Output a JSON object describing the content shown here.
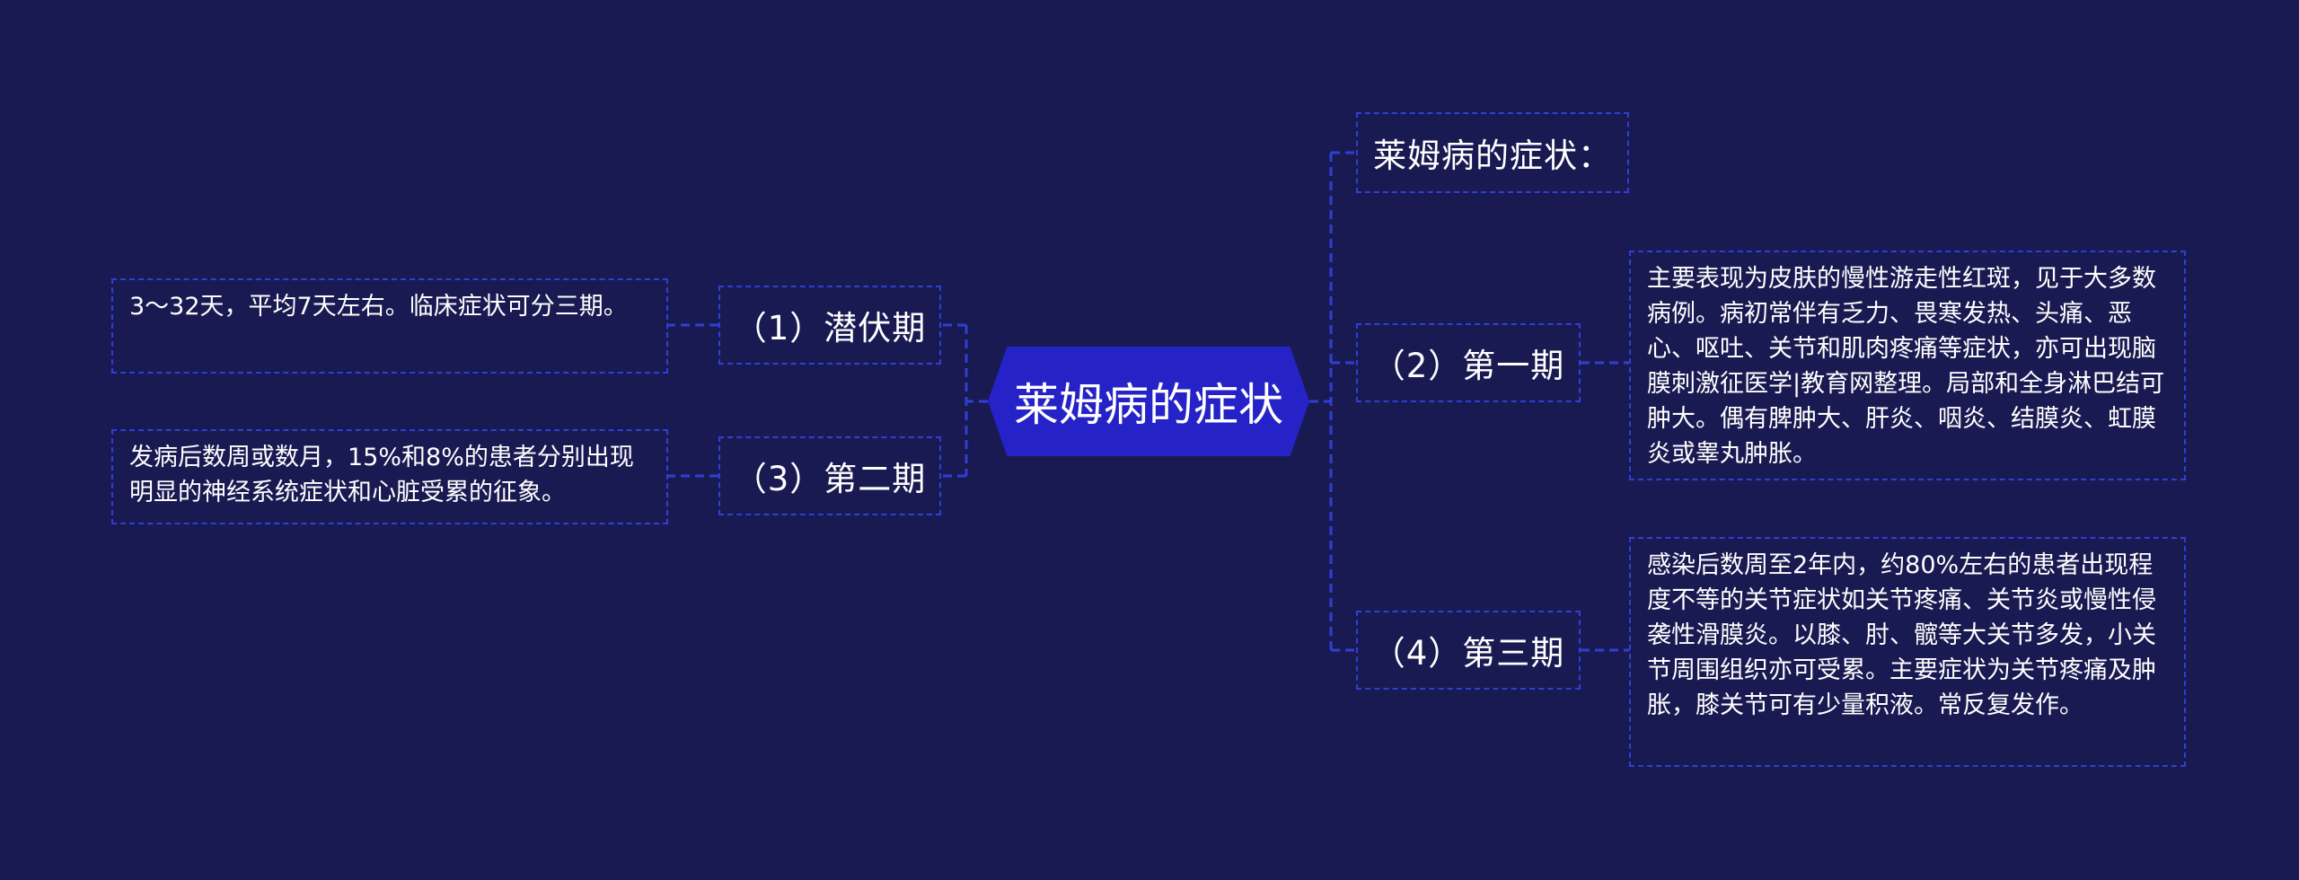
{
  "mindmap": {
    "root": "莱姆病的症状",
    "right": {
      "header": "莱姆病的症状：",
      "stage2": {
        "label": "（2）第一期",
        "detail": "主要表现为皮肤的慢性游走性红斑，见于大多数病例。病初常伴有乏力、畏寒发热、头痛、恶心、呕吐、关节和肌肉疼痛等症状，亦可出现脑膜刺激征医学|教育网整理。局部和全身淋巴结可肿大。偶有脾肿大、肝炎、咽炎、结膜炎、虹膜炎或睾丸肿胀。"
      },
      "stage4": {
        "label": "（4）第三期",
        "detail": "感染后数周至2年内，约80%左右的患者出现程度不等的关节症状如关节疼痛、关节炎或慢性侵袭性滑膜炎。以膝、肘、髋等大关节多发，小关节周围组织亦可受累。主要症状为关节疼痛及肿胀，膝关节可有少量积液。常反复发作。"
      }
    },
    "left": {
      "stage1": {
        "label": "（1）潜伏期",
        "detail": "3～32天，平均7天左右。临床症状可分三期。"
      },
      "stage3": {
        "label": "（3）第二期",
        "detail": "发病后数周或数月，15%和8%的患者分别出现明显的神经系统症状和心脏受累的征象。"
      }
    }
  },
  "colors": {
    "background": "#1a1a52",
    "root_fill": "#2523c8",
    "border": "#2f3fd6",
    "text": "#ffffff"
  }
}
